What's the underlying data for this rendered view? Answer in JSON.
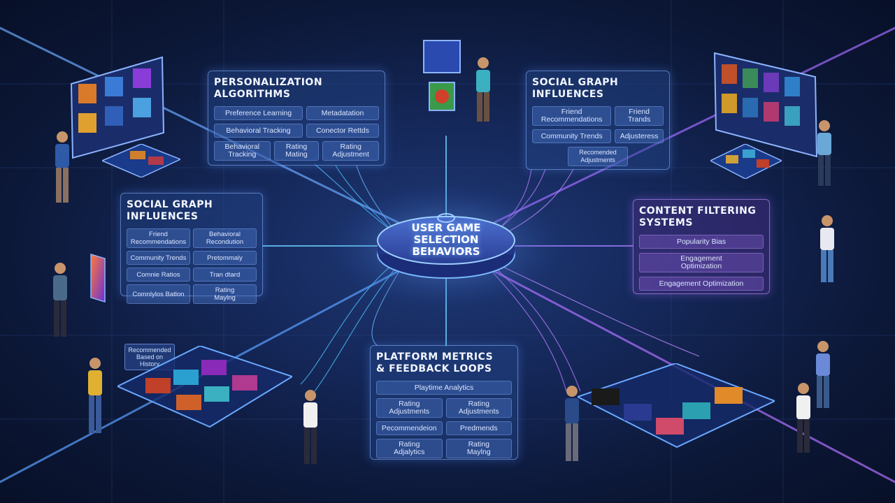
{
  "hub": {
    "title": "USER GAME\nSELECTION\nBEHAVIORS"
  },
  "panels": {
    "personalization": {
      "title": "PERSONALIZATION\nALGORITHMS",
      "items": [
        "Preference Learning",
        "Metadatation",
        "Behavioral Tracking",
        "Conector Rettds",
        "Behavioral\nTracking",
        "Rating\nMating",
        "Rating\nAdjustment"
      ]
    },
    "social_top": {
      "title": "SOCIAL GRAPH\nINFLUENCES",
      "items": [
        "Friend\nRecommendations",
        "Friend\nTrands",
        "Community Trends",
        "Adjusteress",
        "Recomended\nAdjustments"
      ]
    },
    "social_left": {
      "title": "SOCIAL GRAPH\nINFLUENCES",
      "items": [
        "Friend\nRecommendations",
        "Behavioral\nRecondution",
        "Community Trends",
        "Pretommaly",
        "Comnie Ratios",
        "Tran dtard",
        "Comnlylos Batlon",
        "Rating\nMaylng"
      ]
    },
    "content_filtering": {
      "title": "CONTENT FILTERING\nSYSTEMS",
      "items": [
        "Popularity Bias",
        "Engagement\nOptimization",
        "Engagement Optimization"
      ]
    },
    "platform_metrics": {
      "title": "PLATFORM METRICS\n& FEEDBACK LOOPS",
      "items": [
        "Playtime Analytics",
        "Rating\nAdjustments",
        "Rating\nAdjustments",
        "Pecommendeion",
        "Predmends",
        "Rating\nAdjalytics",
        "Rating\nMaylng"
      ]
    }
  },
  "tags": {
    "recommended": "Recommended\nBased on History"
  },
  "colors": {
    "accent_blue": "#4fc3ff",
    "accent_purple": "#b57bff",
    "panel_border": "#8cb4ff"
  },
  "icons": [
    "person-icon",
    "game-screen-icon",
    "game-tile-icon"
  ]
}
